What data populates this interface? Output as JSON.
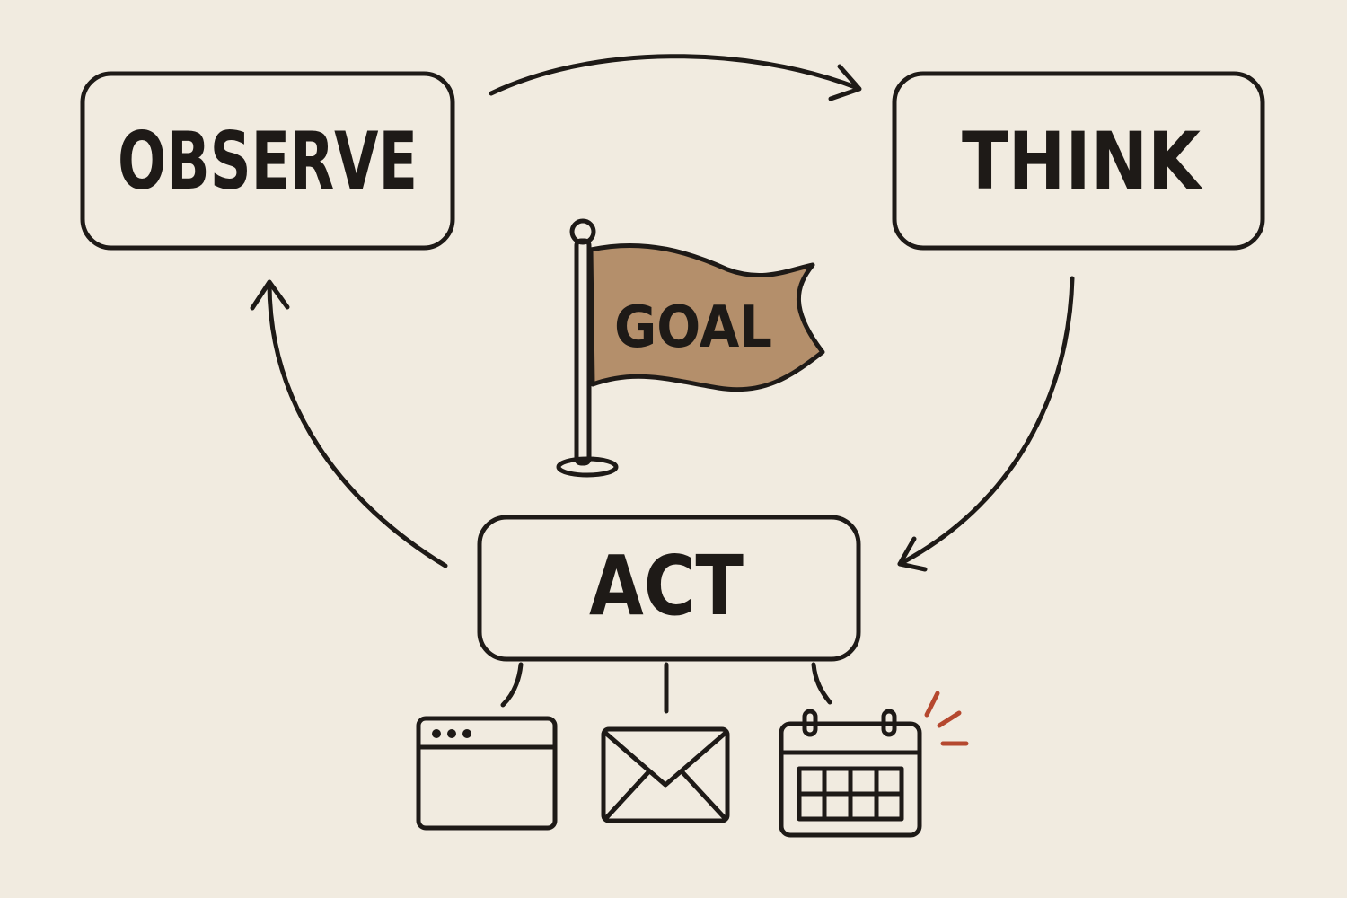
{
  "nodes": {
    "observe": "OBSERVE",
    "think": "THINK",
    "act": "ACT"
  },
  "goal": {
    "label": "GOAL"
  },
  "colors": {
    "background": "#f1ebe0",
    "ink": "#1e1a17",
    "flag_fill": "#b48f6b",
    "accent_marks": "#b5482f"
  },
  "icons": {
    "tools": [
      "browser-window-icon",
      "envelope-icon",
      "calendar-icon"
    ],
    "goal": "flag-icon"
  }
}
